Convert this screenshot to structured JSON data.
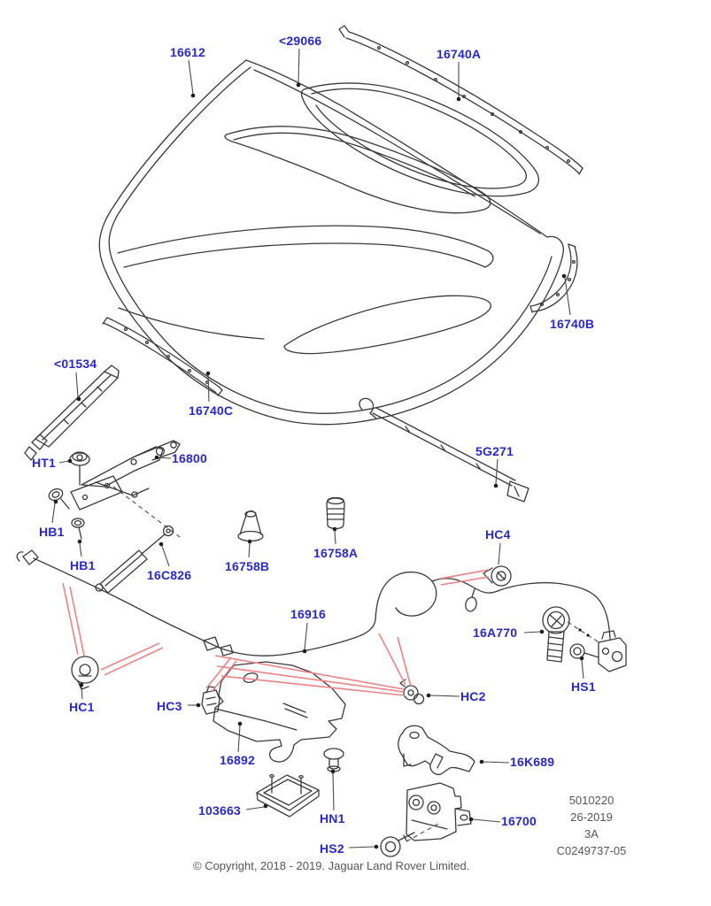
{
  "doc": {
    "type": "parts-diagram",
    "subject": "Hood / bonnet and related parts exploded view",
    "copyright": "© Copyright, 2018 - 2019. Jaguar Land Rover Limited."
  },
  "colors": {
    "label_blue": "#2929cc",
    "line_dark": "#3a3a3a",
    "leader_red": "#ee8383",
    "note_gray": "#57575a",
    "background": "#ffffff"
  },
  "labels": [
    {
      "id": "16612",
      "text": "16612"
    },
    {
      "id": "29066",
      "text": "<29066"
    },
    {
      "id": "16740A",
      "text": "16740A"
    },
    {
      "id": "16740B",
      "text": "16740B"
    },
    {
      "id": "01534",
      "text": "<01534"
    },
    {
      "id": "16740C",
      "text": "16740C"
    },
    {
      "id": "HT1",
      "text": "HT1"
    },
    {
      "id": "16800",
      "text": "16800"
    },
    {
      "id": "HB1a",
      "text": "HB1"
    },
    {
      "id": "HB1b",
      "text": "HB1"
    },
    {
      "id": "16C826",
      "text": "16C826"
    },
    {
      "id": "16758B",
      "text": "16758B"
    },
    {
      "id": "16758A",
      "text": "16758A"
    },
    {
      "id": "5G271",
      "text": "5G271"
    },
    {
      "id": "HC4",
      "text": "HC4"
    },
    {
      "id": "16916",
      "text": "16916"
    },
    {
      "id": "16A770",
      "text": "16A770"
    },
    {
      "id": "HS1",
      "text": "HS1"
    },
    {
      "id": "HC1",
      "text": "HC1"
    },
    {
      "id": "HC3",
      "text": "HC3"
    },
    {
      "id": "HC2",
      "text": "HC2"
    },
    {
      "id": "16892",
      "text": "16892"
    },
    {
      "id": "103663",
      "text": "103663"
    },
    {
      "id": "HN1",
      "text": "HN1"
    },
    {
      "id": "HS2",
      "text": "HS2"
    },
    {
      "id": "16K689",
      "text": "16K689"
    },
    {
      "id": "16700",
      "text": "16700"
    }
  ],
  "revision_block": {
    "lines": [
      "5010220",
      "26-2019",
      "3A",
      "C0249737-05"
    ]
  }
}
